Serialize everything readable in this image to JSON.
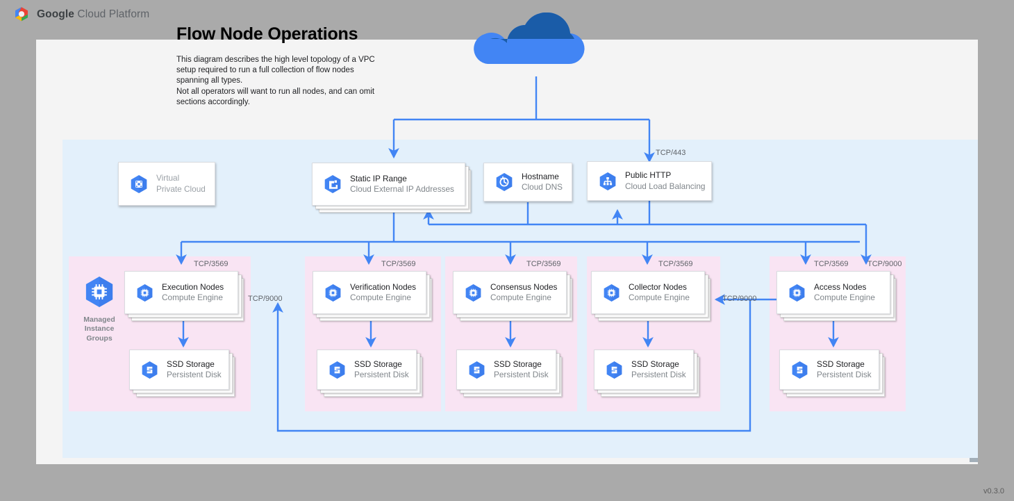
{
  "brand": {
    "name_bold": "Google",
    "name_rest": " Cloud Platform",
    "logo_icon": "gcp-hexagon-logo"
  },
  "title": "Flow Node Operations",
  "description": "This diagram describes the high level topology of a VPC setup required to run a full collection of flow nodes spanning all types.\nNot all operators will want to run all nodes, and can omit sections accordingly.",
  "version": "v0.3.0",
  "colors": {
    "page_background": "#aaaaaa",
    "canvas": "#f4f4f4",
    "vpc_region": "#e3f0fb",
    "group_region": "#f9e4f3",
    "wire": "#4285f4",
    "cloud_light": "#4285f4",
    "cloud_dark": "#1a5ca8",
    "icon_blue": "#4285f4",
    "text_primary": "#202124",
    "text_secondary": "#80868b"
  },
  "internet": {
    "icon": "cloud-icon",
    "label": ""
  },
  "top_nodes": [
    {
      "id": "vpc",
      "title": "Virtual",
      "subtitle": "Private Cloud",
      "icon": "virtual-private-cloud-icon",
      "style": "flat-muted"
    },
    {
      "id": "static-ip",
      "title": "Static IP Range",
      "subtitle": "Cloud External IP Addresses",
      "icon": "cloud-external-ip-icon",
      "style": "stacked"
    },
    {
      "id": "hostname",
      "title": "Hostname",
      "subtitle": "Cloud DNS",
      "icon": "cloud-dns-icon",
      "style": "flat"
    },
    {
      "id": "public-http",
      "title": "Public HTTP",
      "subtitle": "Cloud Load Balancing",
      "icon": "cloud-load-balancing-icon",
      "style": "flat"
    }
  ],
  "managed_instance_groups": {
    "icon": "compute-engine-icon",
    "label": "Managed\nInstance\nGroups"
  },
  "groups": [
    {
      "id": "execution",
      "node": {
        "title": "Execution Nodes",
        "subtitle": "Compute Engine",
        "icon": "compute-engine-icon"
      },
      "storage": {
        "title": "SSD Storage",
        "subtitle": "Persistent Disk",
        "icon": "persistent-disk-icon"
      },
      "inbound_port": "TCP/3569"
    },
    {
      "id": "verification",
      "node": {
        "title": "Verification Nodes",
        "subtitle": "Compute Engine",
        "icon": "compute-engine-icon"
      },
      "storage": {
        "title": "SSD Storage",
        "subtitle": "Persistent Disk",
        "icon": "persistent-disk-icon"
      },
      "inbound_port": "TCP/3569"
    },
    {
      "id": "consensus",
      "node": {
        "title": "Consensus Nodes",
        "subtitle": "Compute Engine",
        "icon": "compute-engine-icon"
      },
      "storage": {
        "title": "SSD Storage",
        "subtitle": "Persistent Disk",
        "icon": "persistent-disk-icon"
      },
      "inbound_port": "TCP/3569"
    },
    {
      "id": "collector",
      "node": {
        "title": "Collector Nodes",
        "subtitle": "Compute Engine",
        "icon": "compute-engine-icon"
      },
      "storage": {
        "title": "SSD Storage",
        "subtitle": "Persistent Disk",
        "icon": "persistent-disk-icon"
      },
      "inbound_port": "TCP/3569"
    },
    {
      "id": "access",
      "node": {
        "title": "Access Nodes",
        "subtitle": "Compute Engine",
        "icon": "compute-engine-icon"
      },
      "storage": {
        "title": "SSD Storage",
        "subtitle": "Persistent Disk",
        "icon": "persistent-disk-icon"
      },
      "inbound_port": "TCP/3569",
      "inbound_port_2": "TCP/9000"
    }
  ],
  "edge_labels": {
    "lb_443": "TCP/443",
    "access_to_collector": "TCP/9000",
    "access_to_execution": "TCP/9000"
  }
}
